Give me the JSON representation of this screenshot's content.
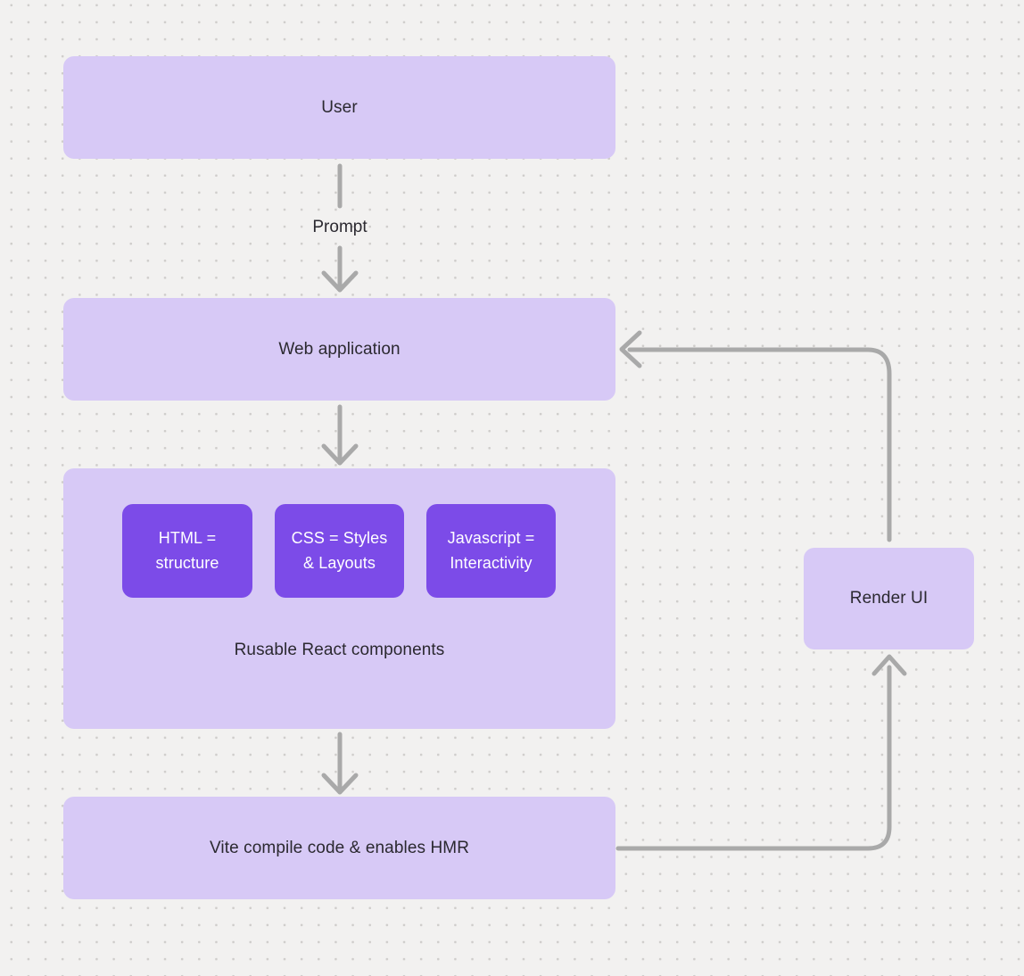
{
  "diagram": {
    "colors": {
      "background": "#f2f1f0",
      "dot": "#cfcdcb",
      "node_fill": "#d7c9f6",
      "chip_fill": "#7c4be8",
      "connector": "#a9a9a9",
      "label_text": "#2b2930",
      "chip_text": "#ffffff"
    },
    "nodes": {
      "user": {
        "label": "User"
      },
      "web_application": {
        "label": "Web application"
      },
      "components_group": {
        "caption": "Rusable React components",
        "chips": [
          {
            "label": "HTML =\nstructure"
          },
          {
            "label": "CSS = Styles\n& Layouts"
          },
          {
            "label": "Javascript =\nInteractivity"
          }
        ]
      },
      "vite": {
        "label": "Vite compile code & enables HMR"
      },
      "render_ui": {
        "label": "Render UI"
      }
    },
    "edge_labels": {
      "user_to_web_application": "Prompt"
    }
  }
}
